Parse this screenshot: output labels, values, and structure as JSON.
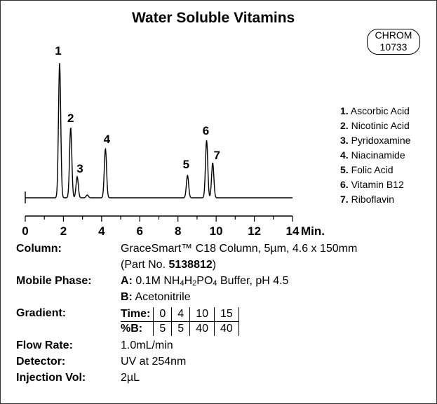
{
  "chart_data": {
    "type": "line",
    "title": "Water Soluble Vitamins",
    "xlabel": "Min.",
    "xlim": [
      0,
      14
    ],
    "x_ticks": [
      0,
      2,
      4,
      6,
      8,
      10,
      12,
      14
    ],
    "grid": false,
    "peaks": [
      {
        "label": "1",
        "rt": 1.8,
        "height": 0.96
      },
      {
        "label": "2",
        "rt": 2.38,
        "height": 0.5
      },
      {
        "label": "3",
        "rt": 2.72,
        "height": 0.15
      },
      {
        "label": "",
        "rt": 3.25,
        "height": 0.02
      },
      {
        "label": "4",
        "rt": 4.2,
        "height": 0.35
      },
      {
        "label": "5",
        "rt": 8.5,
        "height": 0.16
      },
      {
        "label": "6",
        "rt": 9.5,
        "height": 0.41
      },
      {
        "label": "7",
        "rt": 9.82,
        "height": 0.25
      }
    ]
  },
  "badge": {
    "line1": "CHROM",
    "line2": "10733"
  },
  "legend": [
    {
      "num": "1.",
      "name": "Ascorbic Acid"
    },
    {
      "num": "2.",
      "name": "Nicotinic Acid"
    },
    {
      "num": "3.",
      "name": "Pyridoxamine"
    },
    {
      "num": "4.",
      "name": "Niacinamide"
    },
    {
      "num": "5.",
      "name": "Folic Acid"
    },
    {
      "num": "6.",
      "name": "Vitamin B12"
    },
    {
      "num": "7.",
      "name": "Riboflavin"
    }
  ],
  "conditions": {
    "column_label": "Column:",
    "column_value": "GraceSmart™ C18 Column, 5µm, 4.6 x 150mm",
    "part_prefix": "(Part No. ",
    "part_no": "5138812",
    "part_suffix": ")",
    "mobile_label": "Mobile Phase:",
    "mobile_a_key": "A:",
    "mobile_a_pre": " 0.1M NH",
    "mobile_a_sub1": "4",
    "mobile_a_h": "H",
    "mobile_a_sub2": "2",
    "mobile_a_po": "PO",
    "mobile_a_sub3": "4",
    "mobile_a_post": " Buffer, pH 4.5",
    "mobile_b_key": "B:",
    "mobile_b_value": " Acetonitrile",
    "gradient_label": "Gradient:",
    "gradient_time_label": "Time:",
    "gradient_times": [
      "0",
      "4",
      "10",
      "15"
    ],
    "gradient_b_label": "%B:",
    "gradient_b": [
      "5",
      "5",
      "40",
      "40"
    ],
    "flow_label": "Flow Rate:",
    "flow_value": "1.0mL/min",
    "detector_label": "Detector:",
    "detector_value": "UV at 254nm",
    "injection_label": "Injection Vol:",
    "injection_value": "2µL"
  }
}
